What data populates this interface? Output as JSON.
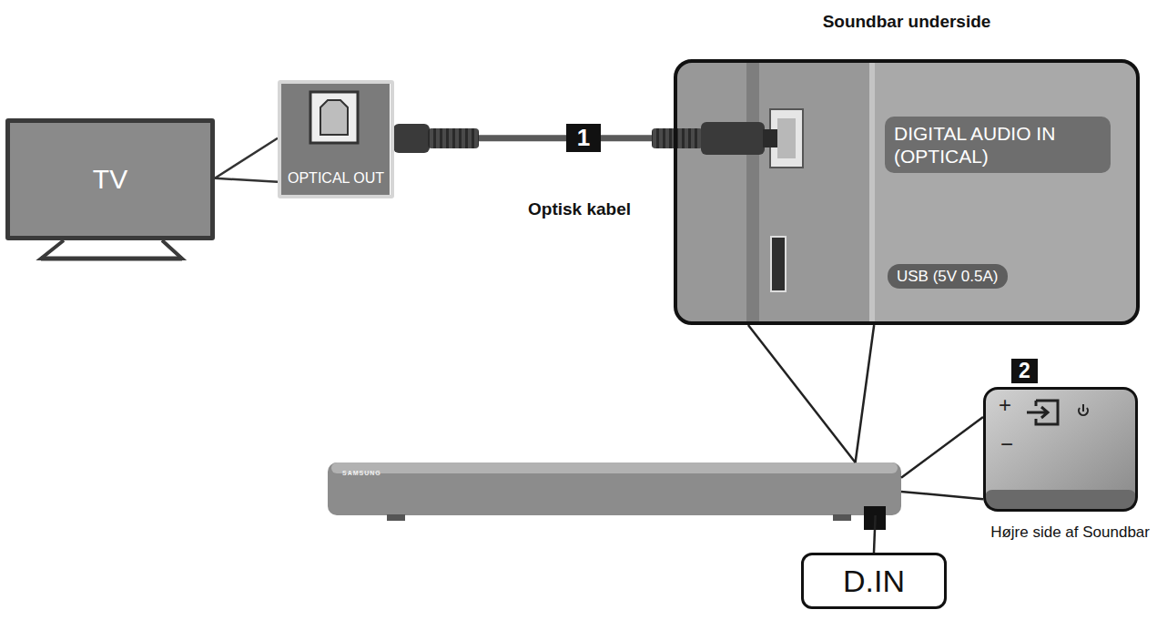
{
  "diagram": {
    "nodes": [
      {
        "text": [
          "TV"
        ]
      },
      {
        "text": [
          "OPTICAL OUT"
        ]
      },
      {
        "text": [
          "Soundbar underside"
        ]
      },
      {
        "text": [
          "DIGITAL AUDIO IN (OPTICAL)"
        ],
        "in": 2
      },
      {
        "text": [
          "USB (5V 0.5A)"
        ],
        "in": 2
      },
      {
        "text": [
          "SAMSUNG"
        ]
      },
      {
        "text": [
          "D.IN"
        ]
      },
      {
        "text": [
          "Højre side af Soundbar"
        ]
      }
    ],
    "edges": [
      {
        "from": 0,
        "to": 1,
        "arrow": "none"
      },
      {
        "from": 1,
        "to": 2,
        "label": "Optisk kabel",
        "arrow": "none"
      },
      {
        "from": 2,
        "to": 5,
        "arrow": "none"
      },
      {
        "from": 5,
        "to": 6,
        "arrow": "none"
      },
      {
        "from": 5,
        "to": 7,
        "arrow": "none"
      }
    ],
    "labels": [
      "1",
      "2",
      "+",
      "−"
    ]
  }
}
